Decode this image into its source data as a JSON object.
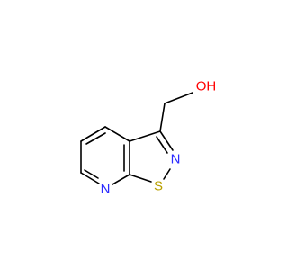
{
  "molecule": {
    "atoms": {
      "nitrogen_ring": {
        "label": "N",
        "color": "#2c2cff"
      },
      "sulfur": {
        "label": "S",
        "color": "#b8a000"
      },
      "nitrogen_isothiazole": {
        "label": "N",
        "color": "#2c2cff"
      },
      "oxygen": {
        "label": "OH",
        "color": "#ff0000"
      }
    },
    "bond_color": "#000000"
  }
}
